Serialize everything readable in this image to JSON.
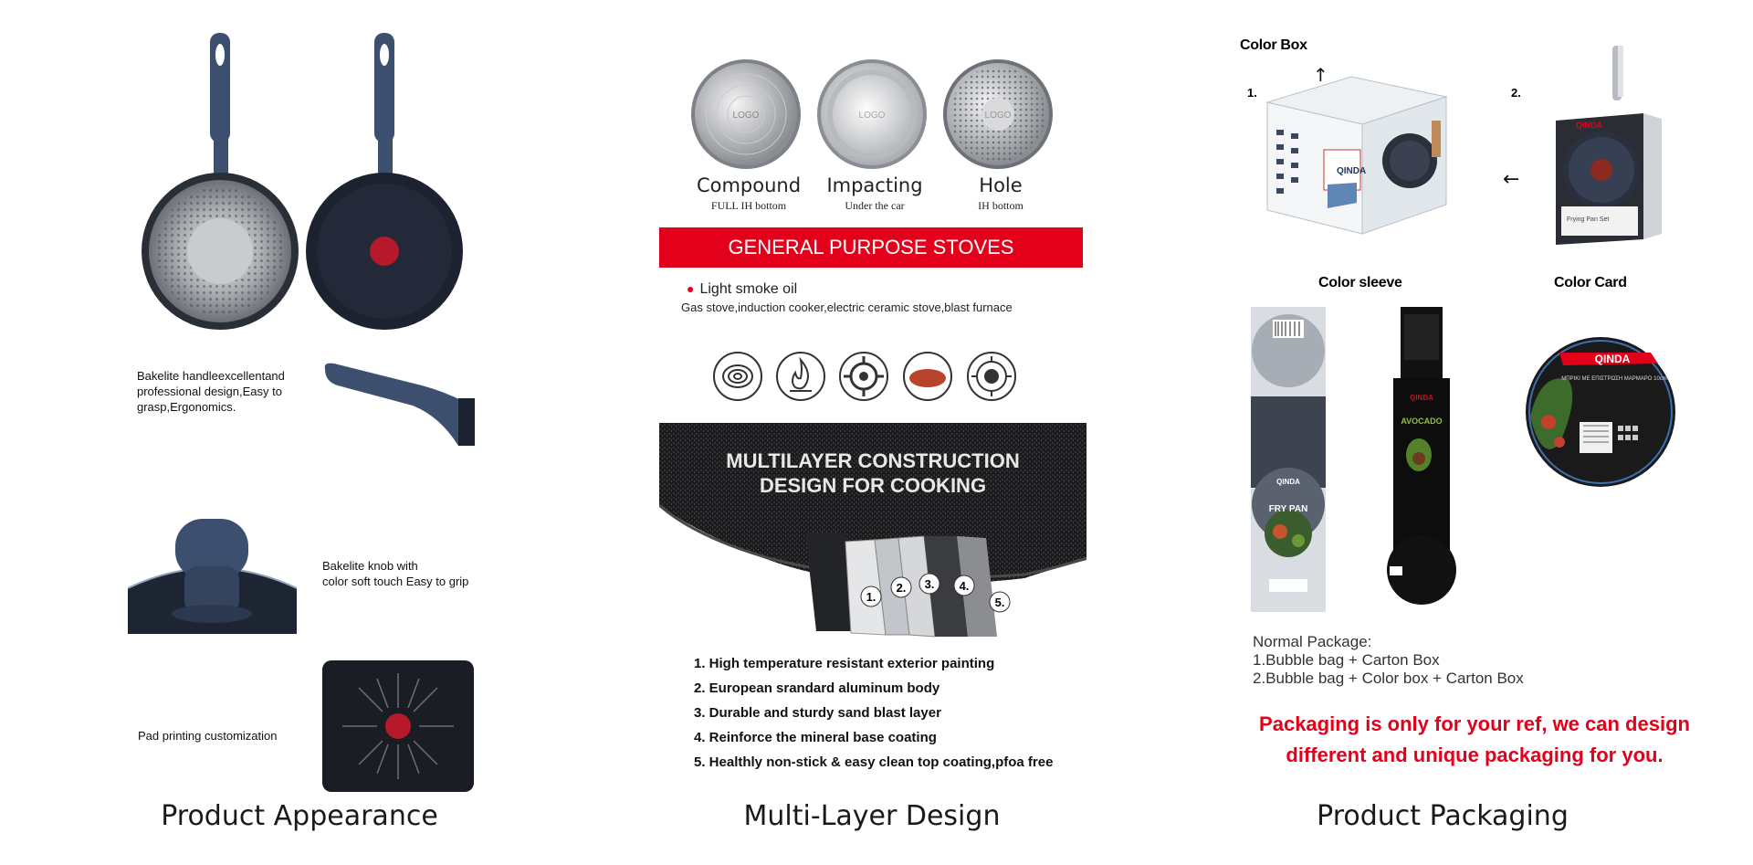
{
  "appearance": {
    "handle_note": "Bakelite handleexcellentand\nprofessional design,Easy to\ngrasp,Ergonomics.",
    "knob_note": "Bakelite knob with\ncolor soft touch Easy to grip",
    "pad_note": "Pad printing customization",
    "caption": "Product Appearance",
    "logo_text": "LOGO"
  },
  "multilayer": {
    "bottoms": [
      {
        "label": "Compound",
        "sub": "FULL IH bottom"
      },
      {
        "label": "Impacting",
        "sub": "Under the car"
      },
      {
        "label": "Hole",
        "sub": "IH bottom"
      }
    ],
    "banner": "GENERAL PURPOSE STOVES",
    "bullet": "Light smoke oil",
    "stoves_line": "Gas stove,induction cooker,electric ceramic stove,blast furnace",
    "stove_icons": [
      "electric-coil-icon",
      "gas-flame-icon",
      "gas-burner-icon",
      "ceramic-plate-icon",
      "induction-icon"
    ],
    "construction_title_1": "MULTILAYER CONSTRUCTION",
    "construction_title_2": "DESIGN FOR COOKING",
    "layer_numbers": [
      "1.",
      "2.",
      "3.",
      "4.",
      "5."
    ],
    "features": [
      "1. High temperature resistant exterior painting",
      "2. European srandard aluminum body",
      "3. Durable and sturdy sand blast layer",
      "4. Reinforce the mineral base coating",
      "5. Healthly non-stick & easy clean top coating,pfoa free"
    ],
    "caption": "Multi-Layer Design"
  },
  "packaging": {
    "color_box": "Color Box",
    "num_1": "1.",
    "num_2": "2.",
    "color_sleeve": "Color sleeve",
    "color_card": "Color Card",
    "brand": "QINDA",
    "sleeve_fry_pan": "FRY PAN",
    "sleeve_avocado": "AVOCADO",
    "card_subtitle": "ΜΠΡΙΚΙ ΜΕ ΕΠΙΣΤΡΩΣΗ\nΜΑΡΜΑΡΟ 10cm",
    "box_tag": "Frying Pan\nSet",
    "normal_title": "Normal Package:",
    "normal_lines": [
      "1.Bubble bag + Carton Box",
      "2.Bubble bag + Color box + Carton Box"
    ],
    "note_line_1": "Packaging is only for your ref, we can design",
    "note_line_2": "different and unique packaging for you.",
    "caption": "Product Packaging"
  },
  "colors": {
    "brand_red": "#e3001b",
    "handle_blue": "#3d4f6e",
    "pan_dark": "#1d2230"
  }
}
